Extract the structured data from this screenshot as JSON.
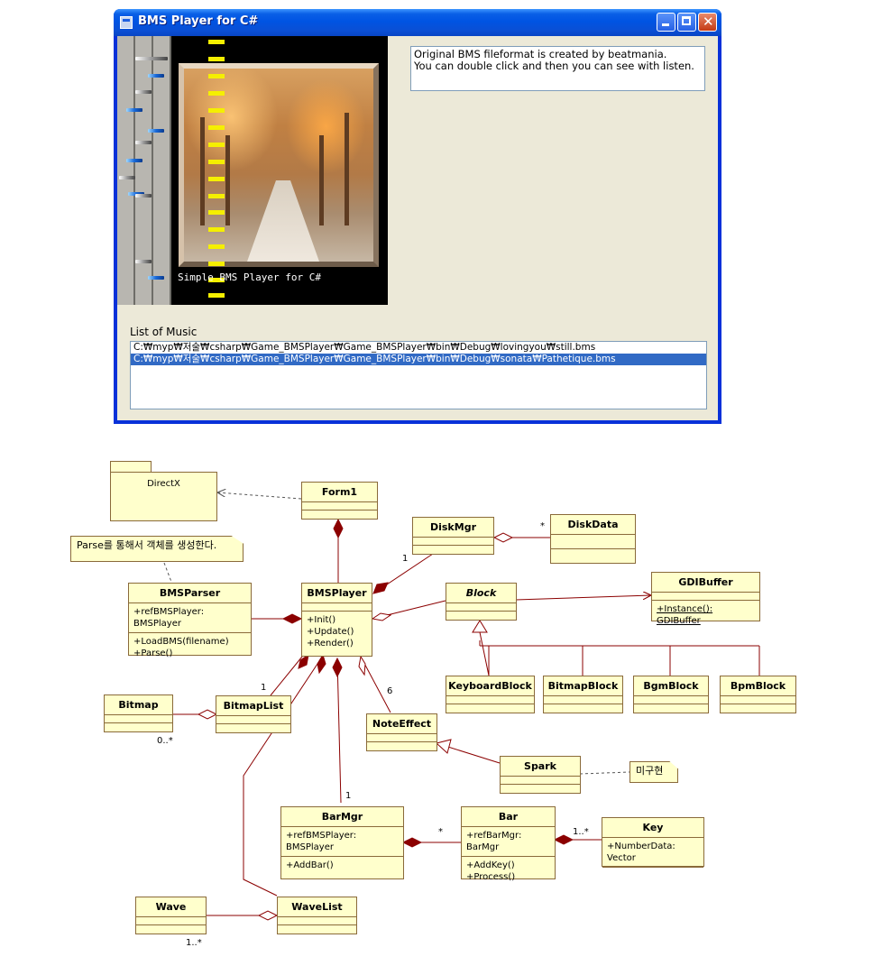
{
  "window": {
    "title": "BMS Player for C#",
    "controls": {
      "minimize": "minimize",
      "maximize": "maximize",
      "close": "close"
    }
  },
  "game": {
    "caption": "Simple BMS Player for C#"
  },
  "info": {
    "line1": "Original BMS fileformat is created by beatmania.",
    "line2": "You can double click and then you can see with listen."
  },
  "music": {
    "label": "List of Music",
    "items": [
      "C:₩myp₩저술₩csharp₩Game_BMSPlayer₩Game_BMSPlayer₩bin₩Debug₩lovingyou₩still.bms",
      "C:₩myp₩저술₩csharp₩Game_BMSPlayer₩Game_BMSPlayer₩bin₩Debug₩sonata₩Pathetique.bms"
    ],
    "selected_index": 1
  },
  "uml": {
    "package": "DirectX",
    "note_parser": "Parse를 통해서 객체를 생성한다.",
    "note_spark": "미구현",
    "classes": {
      "form1": {
        "name": "Form1"
      },
      "diskmgr": {
        "name": "DiskMgr"
      },
      "diskdata": {
        "name": "DiskData"
      },
      "bmsparser": {
        "name": "BMSParser",
        "attr": "+refBMSPlayer: BMSPlayer",
        "op1": "+LoadBMS(filename)",
        "op2": "+Parse()"
      },
      "bmsplayer": {
        "name": "BMSPlayer",
        "op1": "+Init()",
        "op2": "+Update()",
        "op3": "+Render()"
      },
      "block": {
        "name": "Block"
      },
      "gdibuffer": {
        "name": "GDIBuffer",
        "op1": "+Instance(): GDIBuffer"
      },
      "keyboardblock": {
        "name": "KeyboardBlock"
      },
      "bitmapblock": {
        "name": "BitmapBlock"
      },
      "bgmblock": {
        "name": "BgmBlock"
      },
      "bpmblock": {
        "name": "BpmBlock"
      },
      "bitmap": {
        "name": "Bitmap"
      },
      "bitmaplist": {
        "name": "BitmapList"
      },
      "noteeffect": {
        "name": "NoteEffect"
      },
      "spark": {
        "name": "Spark"
      },
      "barmgr": {
        "name": "BarMgr",
        "attr": "+refBMSPlayer: BMSPlayer",
        "op1": "+AddBar()"
      },
      "bar": {
        "name": "Bar",
        "attr": "+refBarMgr: BarMgr",
        "op1": "+AddKey()",
        "op2": "+Process()"
      },
      "key": {
        "name": "Key",
        "attr": "+NumberData: Vector"
      },
      "wave": {
        "name": "Wave"
      },
      "wavelist": {
        "name": "WaveList"
      }
    },
    "multiplicities": {
      "diskdata": "*",
      "diskmgr": "1",
      "bitmaplist": "1",
      "noteeffect": "6",
      "bitmap": "0..*",
      "barmgr": "1",
      "bar": "*",
      "key": "1..*",
      "wave": "1..*"
    }
  }
}
